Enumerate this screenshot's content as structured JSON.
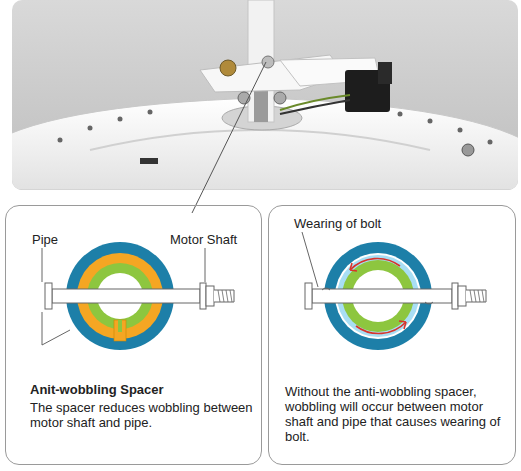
{
  "diagram": {
    "nodes": [
      {
        "text": [
          "Anit-wobbling Spacer",
          "The spacer reduces wobbling between motor shaft and pipe."
        ]
      },
      {
        "text": [
          "Without the anti-wobbling spacer, wobbling will occur between motor shaft and pipe that causes wearing of bolt."
        ]
      }
    ],
    "labels": [
      "Pipe",
      "Motor Shaft",
      "Wearing of bolt"
    ]
  }
}
